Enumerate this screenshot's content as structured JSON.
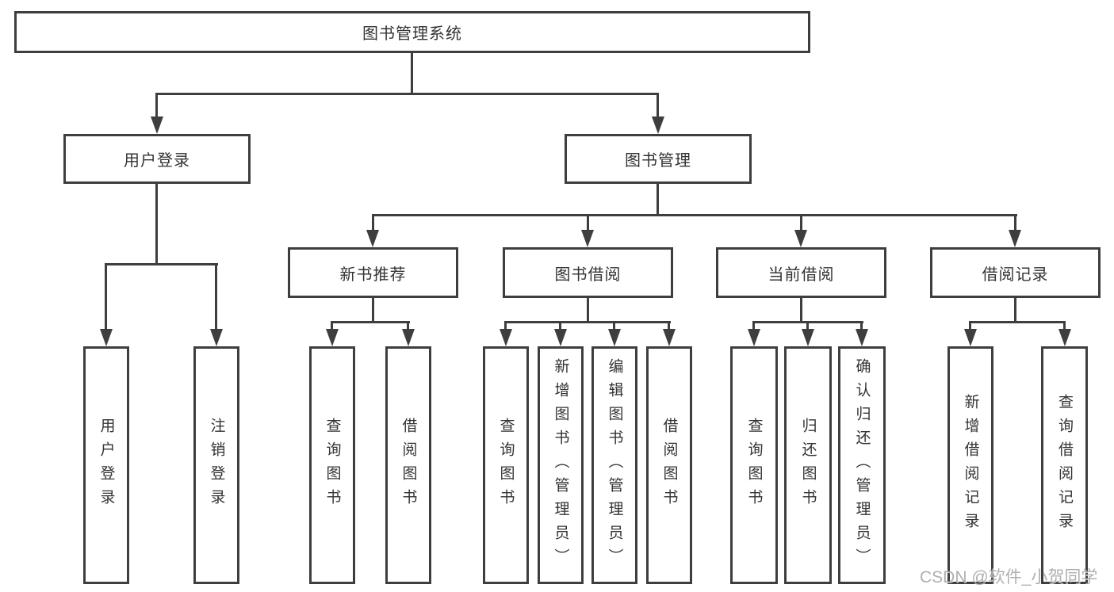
{
  "tree": {
    "root": "图书管理系统",
    "branches": [
      {
        "label": "用户登录",
        "children": [
          "用户登录",
          "注销登录"
        ]
      },
      {
        "label": "图书管理",
        "groups": [
          {
            "label": "新书推荐",
            "children": [
              "查询图书",
              "借阅图书"
            ]
          },
          {
            "label": "图书借阅",
            "children": [
              "查询图书",
              "新增图书（管理员）",
              "编辑图书（管理员）",
              "借阅图书"
            ]
          },
          {
            "label": "当前借阅",
            "children": [
              "查询图书",
              "归还图书",
              "确认归还（管理员）"
            ]
          },
          {
            "label": "借阅记录",
            "children": [
              "新增借阅记录",
              "查询借阅记录"
            ]
          }
        ]
      }
    ]
  },
  "watermark": "CSDN @软件_小贺同学",
  "colors": {
    "line": "#3e3e3e",
    "text": "#333333",
    "watermark": "#a9a9a9"
  }
}
